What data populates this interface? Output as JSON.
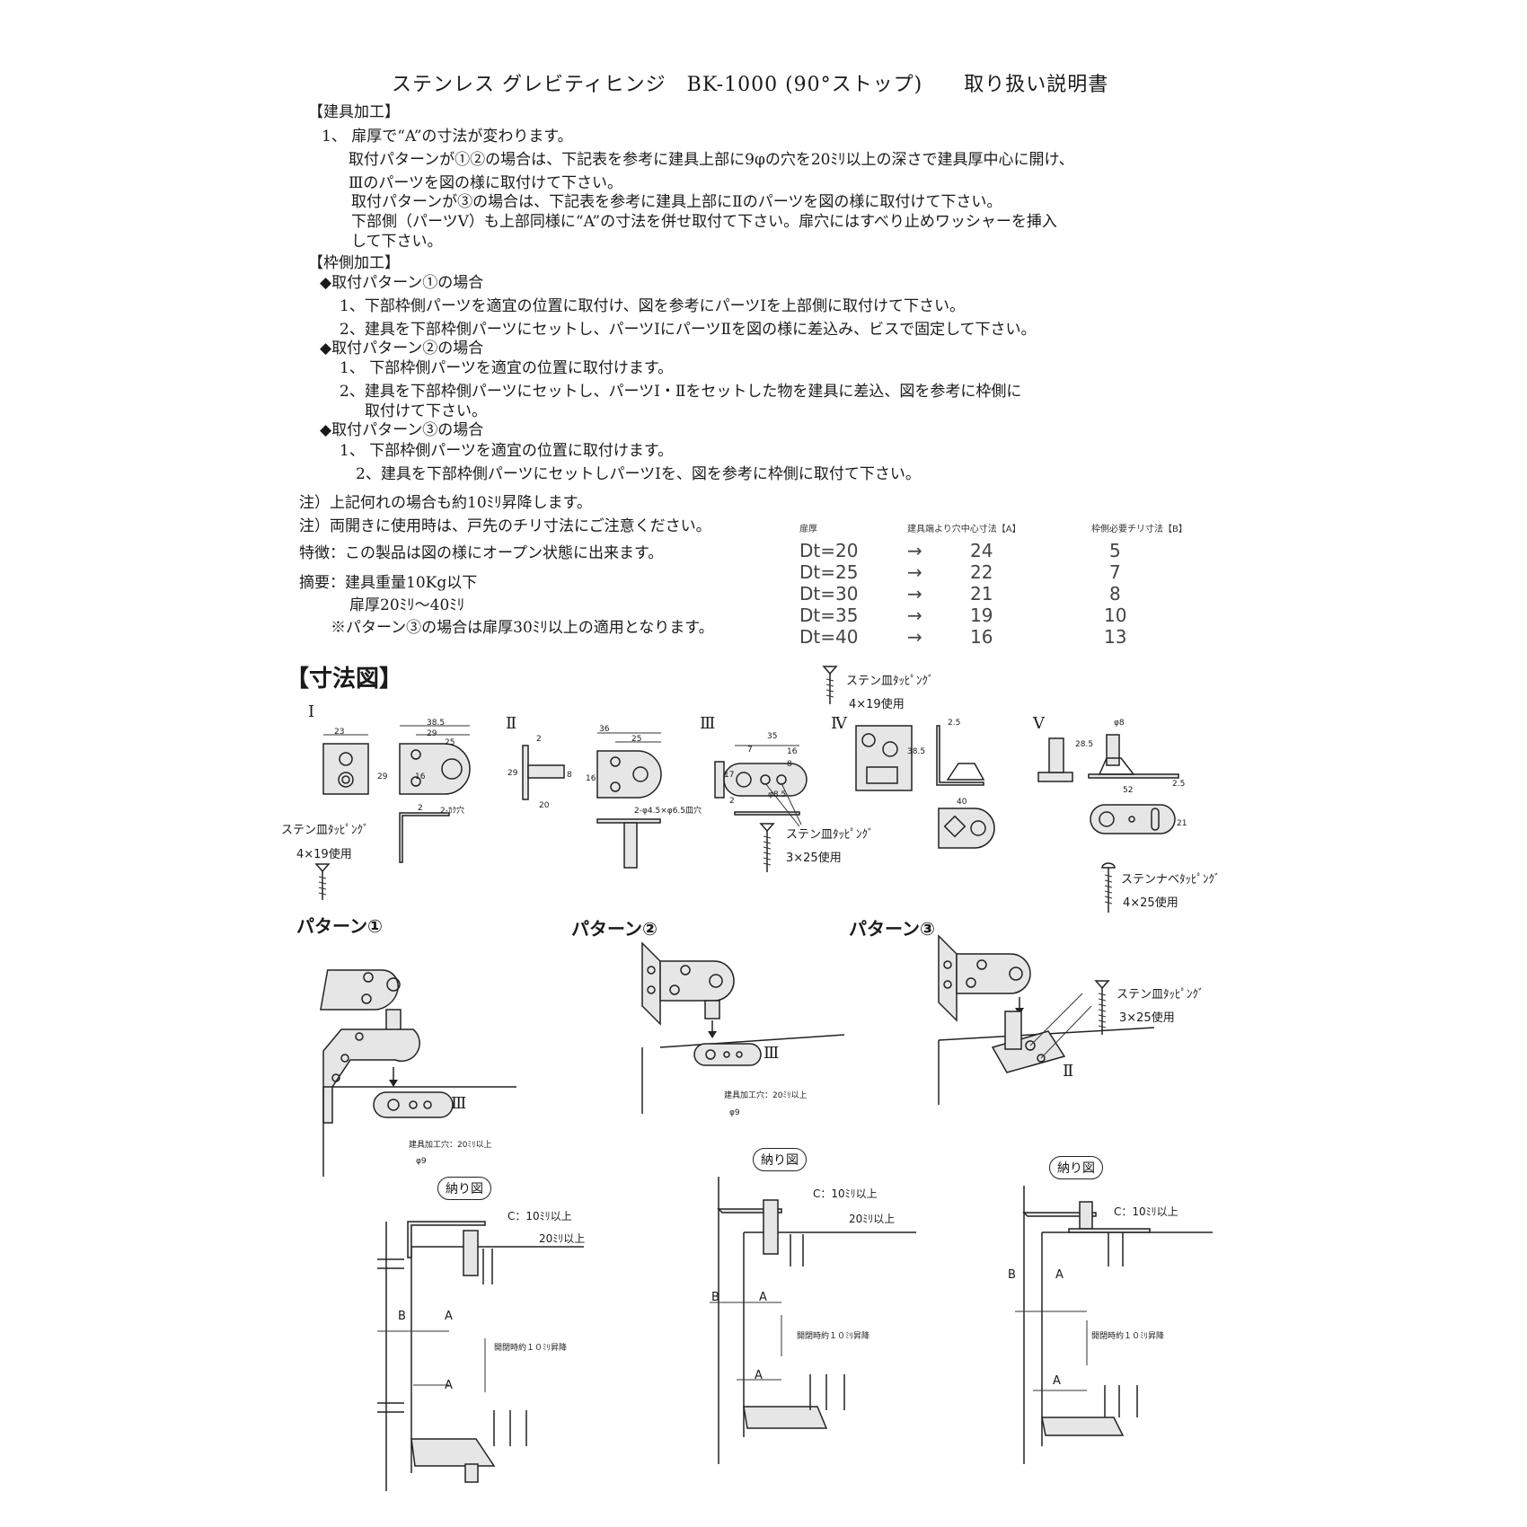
{
  "title": "ステンレス グレビティヒンジ　BK-1000 (90°ストップ)　　取り扱い説明書",
  "door_processing": {
    "heading": "【建具加工】",
    "item1": "1、 扉厚で“A”の寸法が変わります。",
    "line2": "取付パターンが①②の場合は、下記表を参考に建具上部に9φの穴を20ﾐﾘ以上の深さで建具厚中心に開け、",
    "line3": "Ⅲのパーツを図の様に取付けて下さい。",
    "line4": "取付パターンが③の場合は、下記表を参考に建具上部にⅡのパーツを図の様に取付けて下さい。",
    "line5": "下部側（パーツⅤ）も上部同様に“A”の寸法を併せ取付て下さい。扉穴にはすべり止めワッシャーを挿入",
    "line6": "して下さい。"
  },
  "frame_processing": {
    "heading": "【枠側加工】",
    "p1_head": "◆取付パターン①の場合",
    "p1_1": "1、下部枠側パーツを適宜の位置に取付け、図を参考にパーツⅠを上部側に取付けて下さい。",
    "p1_2": "2、建具を下部枠側パーツにセットし、パーツⅠにパーツⅡを図の様に差込み、ビスで固定して下さい。",
    "p2_head": "◆取付パターン②の場合",
    "p2_1": "1、 下部枠側パーツを適宜の位置に取付けます。",
    "p2_2": "2、建具を下部枠側パーツにセットし、パーツⅠ・Ⅱをセットした物を建具に差込、図を参考に枠側に",
    "p2_3": "取付けて下さい。",
    "p3_head": "◆取付パターン③の場合",
    "p3_1": "1、 下部枠側パーツを適宜の位置に取付けます。",
    "p3_2": "2、建具を下部枠側パーツにセットしパーツⅠを、図を参考に枠側に取付て下さい。"
  },
  "notes": {
    "note1": "注）上記何れの場合も約10ﾐﾘ昇降します。",
    "note2": "注）両開きに使用時は、戸先のチリ寸法にご注意ください。",
    "feature": "特徴：この製品は図の様にオープン状態に出来ます。",
    "summary1": "摘要：建具重量10Kg以下",
    "summary2": "扉厚20ﾐﾘ～40ﾐﾘ",
    "summary3": "※パターン③の場合は扉厚30ﾐﾘ以上の適用となります。"
  },
  "spec_table": {
    "headers": [
      "扉厚",
      "建具端より穴中心寸法【A】",
      "枠側必要チリ寸法【B】"
    ],
    "rows": [
      {
        "dt": "Dt=20",
        "arrow": "→",
        "a": "24",
        "b": "5"
      },
      {
        "dt": "Dt=25",
        "arrow": "→",
        "a": "22",
        "b": "7"
      },
      {
        "dt": "Dt=30",
        "arrow": "→",
        "a": "21",
        "b": "8"
      },
      {
        "dt": "Dt=35",
        "arrow": "→",
        "a": "19",
        "b": "10"
      },
      {
        "dt": "Dt=40",
        "arrow": "→",
        "a": "16",
        "b": "13"
      }
    ]
  },
  "dimension_section": {
    "heading": "【寸法図】",
    "parts": {
      "I": "Ⅰ",
      "II": "Ⅱ",
      "III": "Ⅲ",
      "IV": "Ⅳ",
      "V": "Ⅴ"
    },
    "dims": {
      "d38_5": "38.5",
      "d29": "29",
      "d25": "25",
      "d23": "23",
      "d16": "16",
      "d2": "2",
      "d2h": "2-ｶｸ穴",
      "d36": "36",
      "d8": "8",
      "d20": "20",
      "d2hole": "2-φ4.5×φ6.5皿穴",
      "d35": "35",
      "d7": "7",
      "d17": "17",
      "d8_5": "φ8.5",
      "d2_5": "2.5",
      "d40": "40",
      "d28_5": "28.5",
      "dphi8": "φ8",
      "d52": "52",
      "d2_5b": "2.5",
      "d21": "21"
    },
    "screw_I_1": "ステン皿ﾀｯﾋﾟﾝｸﾞ",
    "screw_I_2": "4×19使用",
    "screw_III_1": "ステン皿ﾀｯﾋﾟﾝｸﾞ",
    "screw_III_2": "3×25使用",
    "screw_IV_1": "ステン皿ﾀｯﾋﾟﾝｸﾞ",
    "screw_IV_2": "4×19使用",
    "screw_V_1": "ステンナベﾀｯﾋﾟﾝｸﾞ",
    "screw_V_2": "4×25使用"
  },
  "patterns": [
    {
      "label": "パターン①",
      "part": "Ⅲ",
      "hole": "建具加工穴：20ﾐﾘ以上",
      "dia": "φ9",
      "detail": "納り図",
      "c": "C：10ﾐﾘ以上",
      "depth": "20ﾐﾘ以上",
      "b": "B",
      "a": "A",
      "a2": "A",
      "lift": "開閉時約１０ﾐﾘ昇降"
    },
    {
      "label": "パターン②",
      "part": "Ⅲ",
      "hole": "建具加工穴：20ﾐﾘ以上",
      "dia": "φ9",
      "detail": "納り図",
      "c": "C：10ﾐﾘ以上",
      "depth": "20ﾐﾘ以上",
      "b": "B",
      "a": "A",
      "a2": "A",
      "lift": "開閉時約１０ﾐﾘ昇降"
    },
    {
      "label": "パターン③",
      "part": "Ⅱ",
      "screw1": "ステン皿ﾀｯﾋﾟﾝｸﾞ",
      "screw2": "3×25使用",
      "detail": "納り図",
      "c": "C：10ﾐﾘ以上",
      "b": "B",
      "a": "A",
      "a2": "A",
      "lift": "開閉時約１０ﾐﾘ昇降"
    }
  ]
}
